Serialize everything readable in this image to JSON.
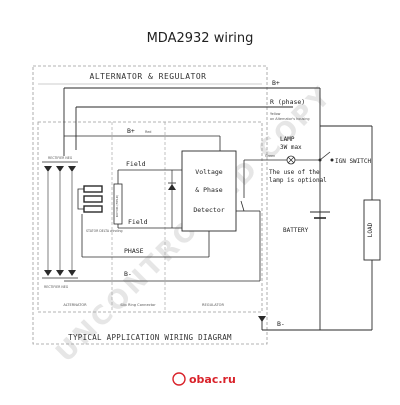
{
  "title": "MDA2932 wiring",
  "alternator": {
    "box_label": "ALTERNATOR & REGULATOR",
    "bplus_inner": "B+",
    "bplus_inner_note": "Red",
    "rectifier_top_label": "RECTIFIER NEG",
    "rectifier_bottom_label": "RECTIFIER NEG",
    "stator_label": "STATOR DELTA winding",
    "rotor_label": "ROTOR (FIELD)",
    "field_top": "Field",
    "field_bottom": "Field",
    "phase_inner": "PHASE",
    "bminus_inner": "B-",
    "regulator_title_1": "Voltage",
    "regulator_title_2": "& Phase",
    "regulator_title_3": "Detector",
    "section_alternator": "ALTERNATOR",
    "section_slip_ring": "Slip Ring Connector",
    "section_regulator": "REGULATOR"
  },
  "external": {
    "bplus": "B+",
    "r_phase": "R (phase)",
    "r_phase_note_1": "Yellow",
    "r_phase_note_2": "on Alternator's housing",
    "lamp_label_1": "LAMP",
    "lamp_label_2": "3W max",
    "lamp_note_1": "The use of the",
    "lamp_note_2": "lamp is optional",
    "lamp_wire": "Green",
    "ign_switch": "IGN SWITCH",
    "battery": "BATTERY",
    "load": "LOAD",
    "bminus": "B-"
  },
  "footer": "TYPICAL APPLICATION WIRING DIAGRAM",
  "watermark": "UNCONTROLLED COPY",
  "brand": "obac.ru",
  "colors": {
    "line": "#2a2a2a",
    "dashed": "#8a8a8a",
    "watermark": "#e6e6e6",
    "brand_red": "#d9222a"
  }
}
